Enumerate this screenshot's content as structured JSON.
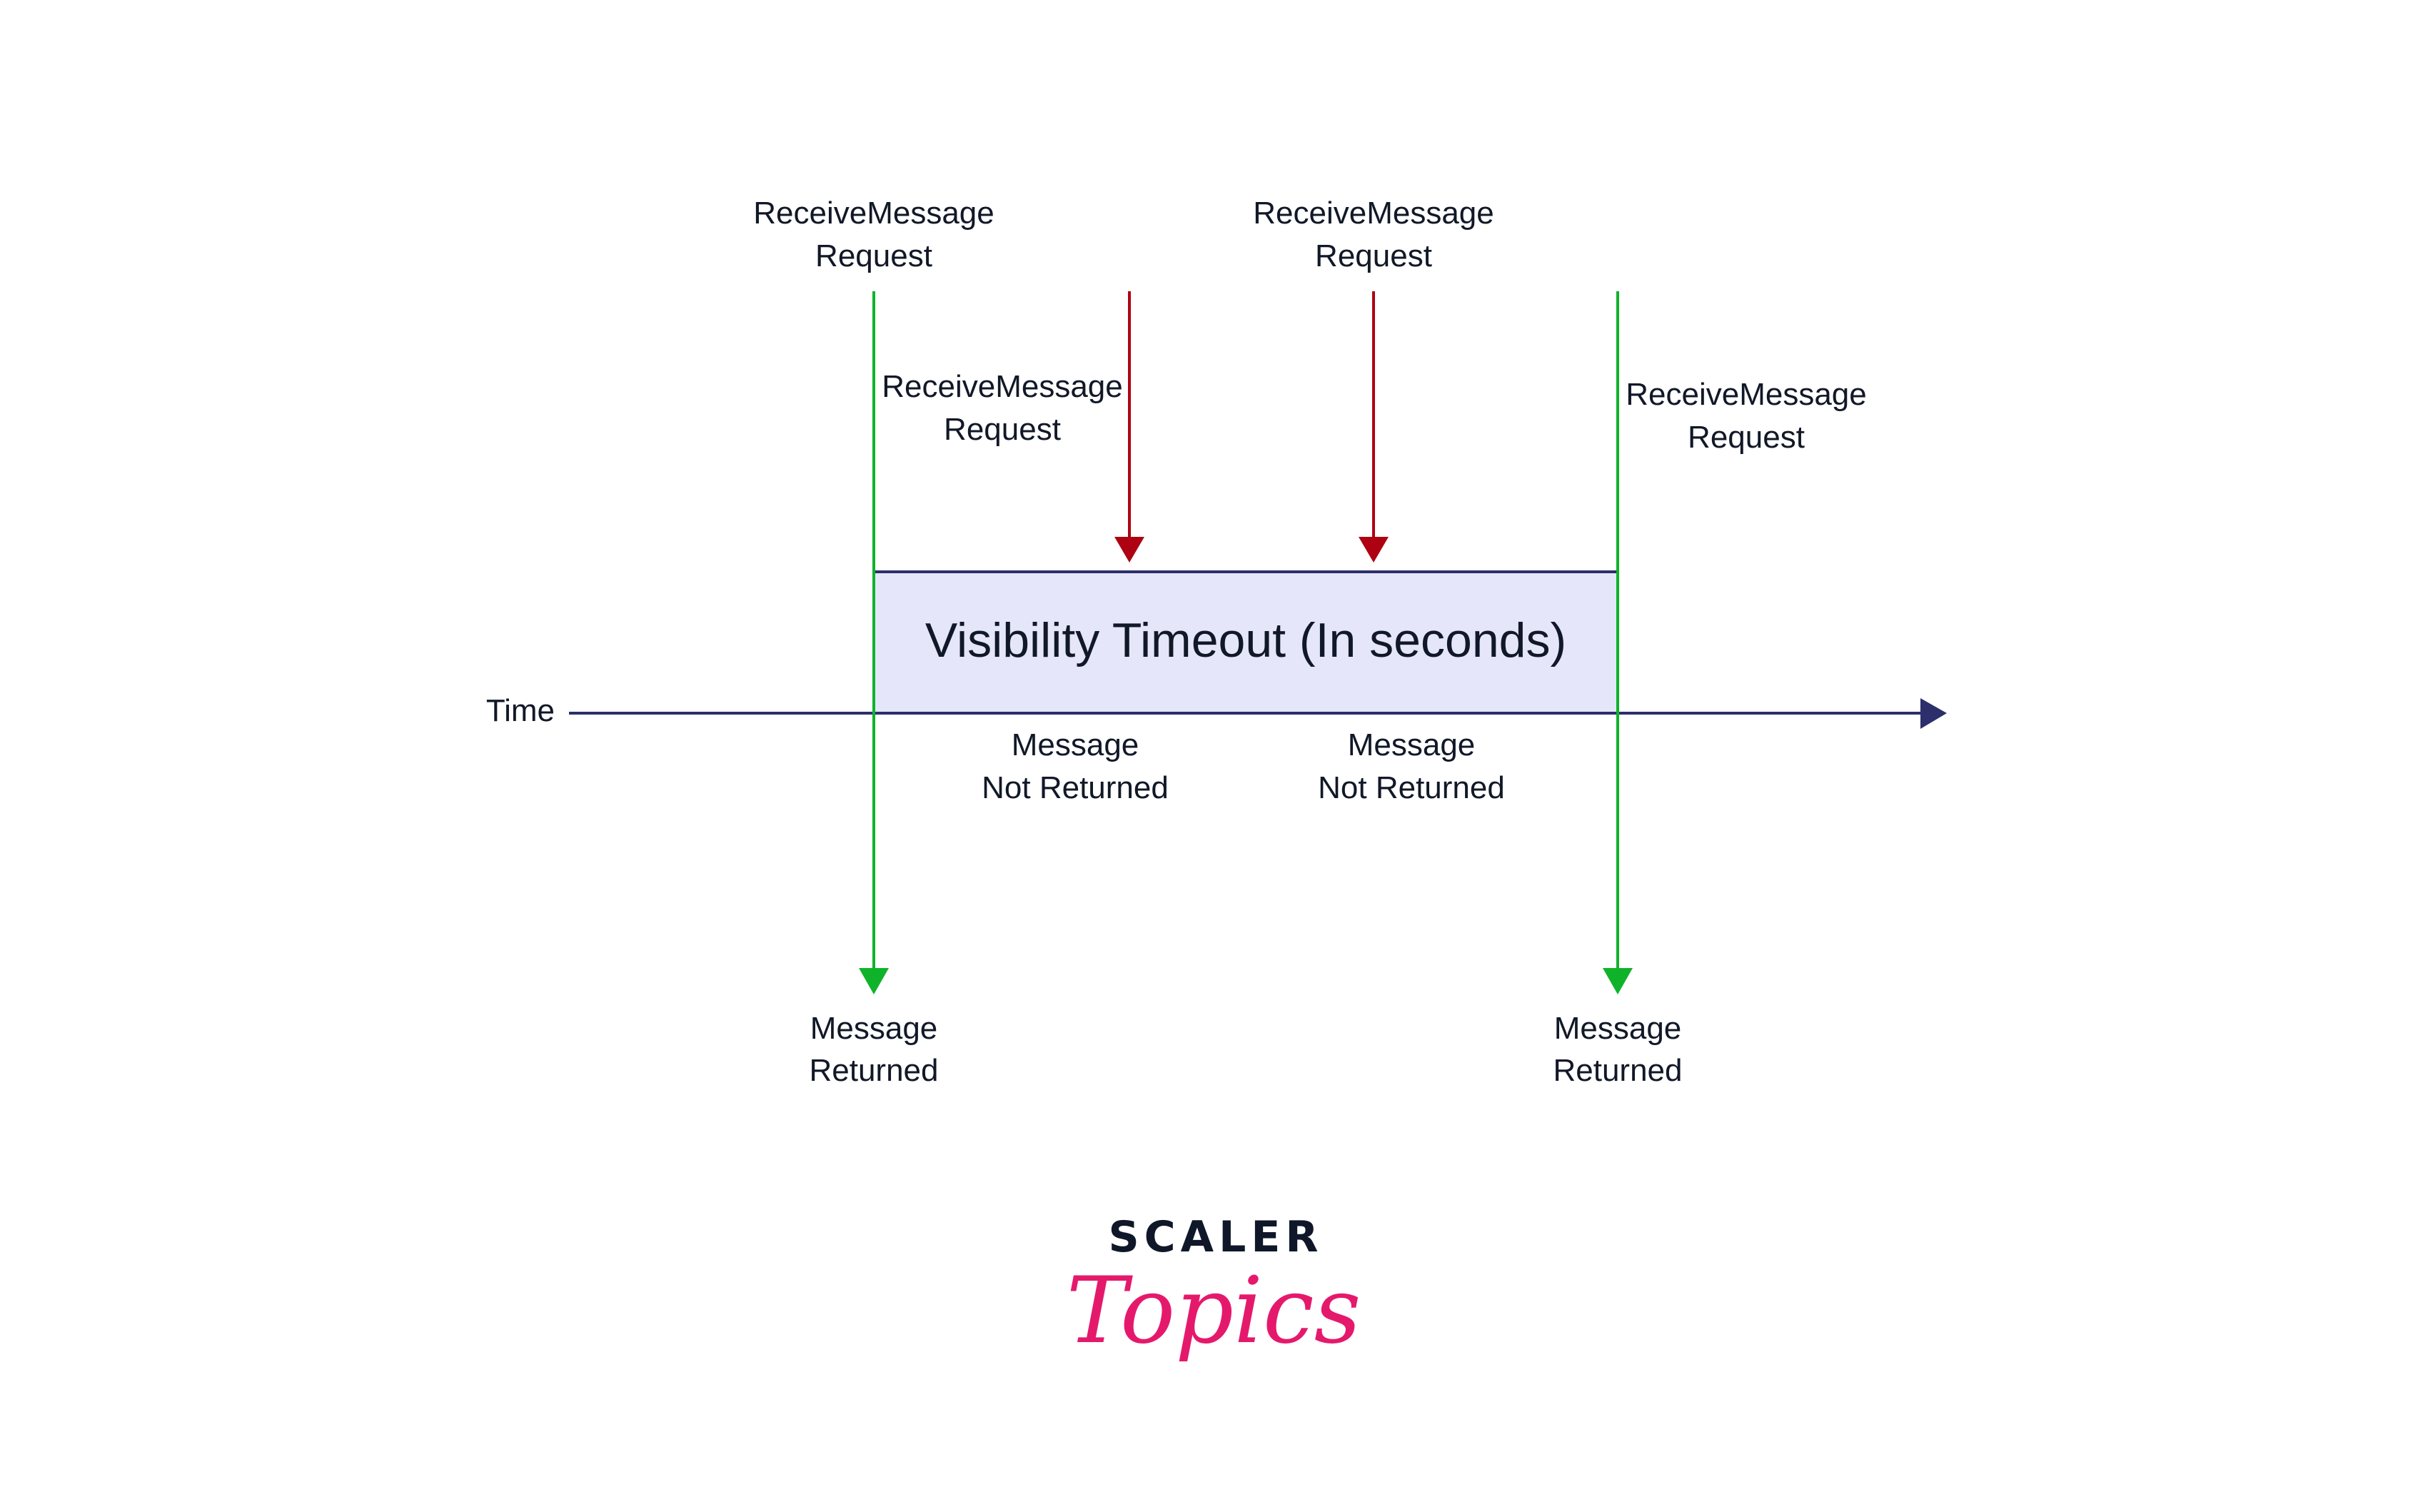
{
  "diagram": {
    "title_box": {
      "label": "Visibility Timeout (In seconds)"
    },
    "axis": {
      "label": "Time"
    },
    "requests": [
      {
        "id": "req-1",
        "lines": [
          "ReceiveMessage",
          "Request"
        ],
        "result": "returned"
      },
      {
        "id": "req-2",
        "lines": [
          "ReceiveMessage",
          "Request"
        ],
        "result": "not-returned"
      },
      {
        "id": "req-3",
        "lines": [
          "ReceiveMessage",
          "Request"
        ],
        "result": "not-returned"
      },
      {
        "id": "req-4",
        "lines": [
          "ReceiveMessage",
          "Request"
        ],
        "result": "returned"
      }
    ],
    "outcomes": {
      "not_returned": [
        {
          "lines": [
            "Message",
            "Not Returned"
          ]
        },
        {
          "lines": [
            "Message",
            "Not Returned"
          ]
        }
      ],
      "returned": [
        {
          "lines": [
            "Message",
            "Returned"
          ]
        },
        {
          "lines": [
            "Message",
            "Returned"
          ]
        }
      ]
    },
    "colors": {
      "returned_arrow": "#0fb32a",
      "not_returned_arrow": "#ae0212",
      "axis": "#2c2f6b",
      "box_fill": "#e6e6fb",
      "box_border": "#2c2f6b",
      "text": "#111827"
    }
  },
  "logo": {
    "line1": "SCALER",
    "line2": "Topics"
  }
}
